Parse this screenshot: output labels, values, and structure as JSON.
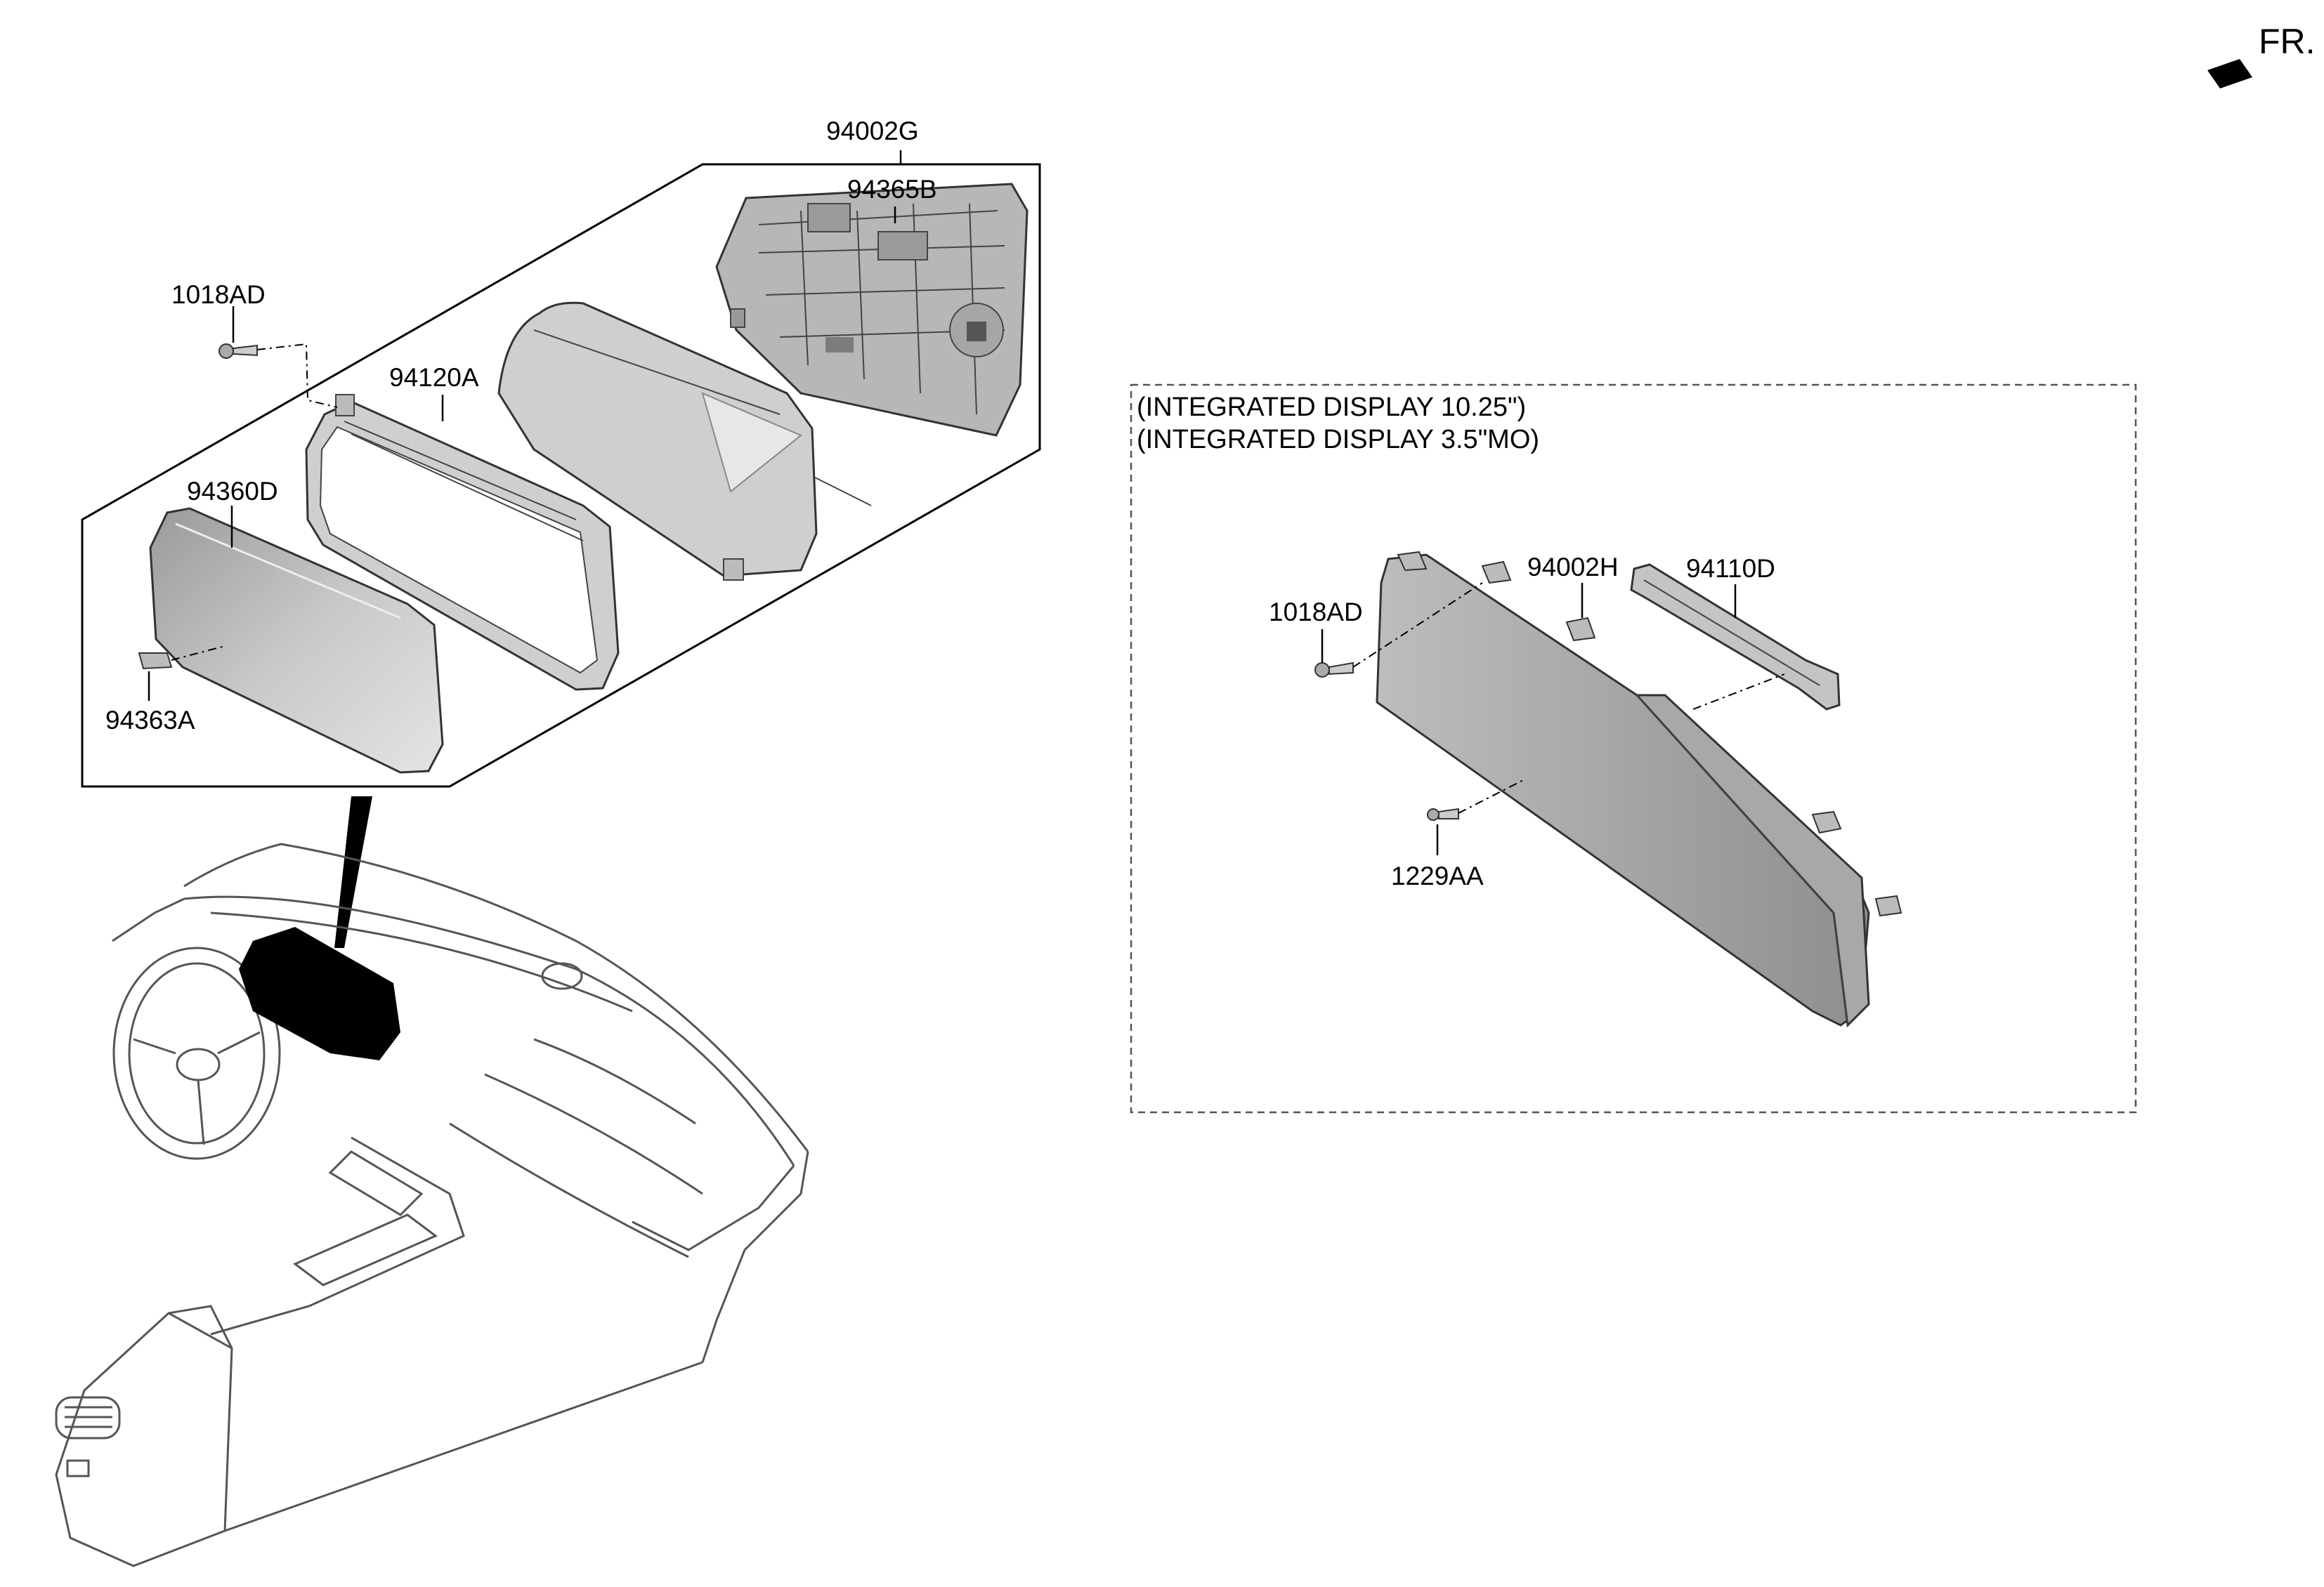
{
  "direction_marker": {
    "label": "FR."
  },
  "instrument_cluster": {
    "assembly": "94002G",
    "parts": {
      "rear_case": "94365B",
      "screw": "1018AD",
      "front_frame": "94120A",
      "window": "94360D",
      "clip": "94363A"
    }
  },
  "integrated_display": {
    "notes": [
      "(INTEGRATED DISPLAY 10.25\")",
      "(INTEGRATED DISPLAY 3.5\"MO)"
    ],
    "parts": {
      "assembly": "94002H",
      "bracket": "94110D",
      "screw": "1018AD",
      "tapping_screw": "1229AA"
    }
  },
  "colors": {
    "line": "#000000",
    "part_fill": "#bdbdbd",
    "part_dark": "#8a8a8a",
    "part_light": "#dcdcdc"
  },
  "icons": {
    "direction_arrow": "fr-arrow-icon",
    "dashboard": "dashboard-illustration"
  }
}
